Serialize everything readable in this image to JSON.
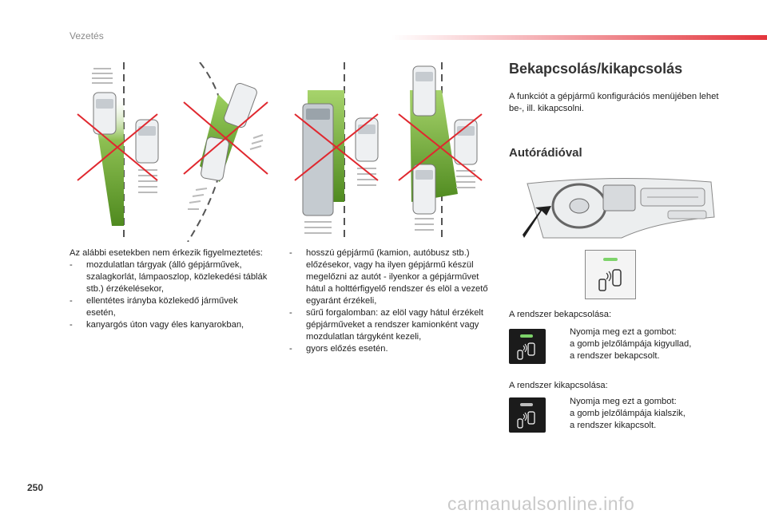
{
  "header": {
    "section": "Vezetés",
    "accent_color": "#e3353c"
  },
  "page": {
    "number": "250"
  },
  "watermark": "carmanualsonline.info",
  "left_column": {
    "intro": "Az alábbi esetekben nem érkezik figyelmeztetés:",
    "items": [
      "mozdulatlan tárgyak (álló gépjárművek, szalagkorlát, lámpaoszlop, közlekedési táblák stb.) érzékelésekor,",
      "ellentétes irányba közlekedő járművek esetén,",
      "kanyargós úton vagy éles kanyarokban,"
    ]
  },
  "middle_column": {
    "items": [
      "hosszú gépjármű (kamion, autóbusz stb.) előzésekor, vagy ha ilyen gépjármű készül megelőzni az autót - ilyenkor a gépjárművet hátul a holttérfigyelő rendszer és elöl a vezető egyaránt érzékeli,",
      "sűrű forgalomban: az elöl vagy hátul érzékelt gépjárműveket a rendszer kamionként vagy mozdulatlan tárgyként kezeli,",
      "gyors előzés esetén."
    ]
  },
  "right_column": {
    "heading": "Bekapcsolás/kikapcsolás",
    "intro": "A funkciót a gépjármű konfigurációs menüjében lehet be-, ill. kikapcsolni.",
    "subheading": "Autórádióval",
    "on_label": "A rendszer bekapcsolása:",
    "on_instruction_line1": "Nyomja meg ezt a gombot:",
    "on_instruction_line2": "a gomb jelzőlámpája kigyullad,",
    "on_instruction_line3": "a rendszer bekapcsolt.",
    "off_label": "A rendszer kikapcsolása:",
    "off_instruction_line1": "Nyomja meg ezt a gombot:",
    "off_instruction_line2": "a gomb jelzőlámpája kialszik,",
    "off_instruction_line3": "a rendszer kikapcsolt.",
    "pointer_glyph": "",
    "led_on_color": "#7dd36a",
    "led_off_color": "#bdbdbd"
  },
  "illustrations": {
    "zone_color": "#5f9a2a",
    "cross_color": "#e0282f",
    "car_color": "#e9ecef"
  }
}
